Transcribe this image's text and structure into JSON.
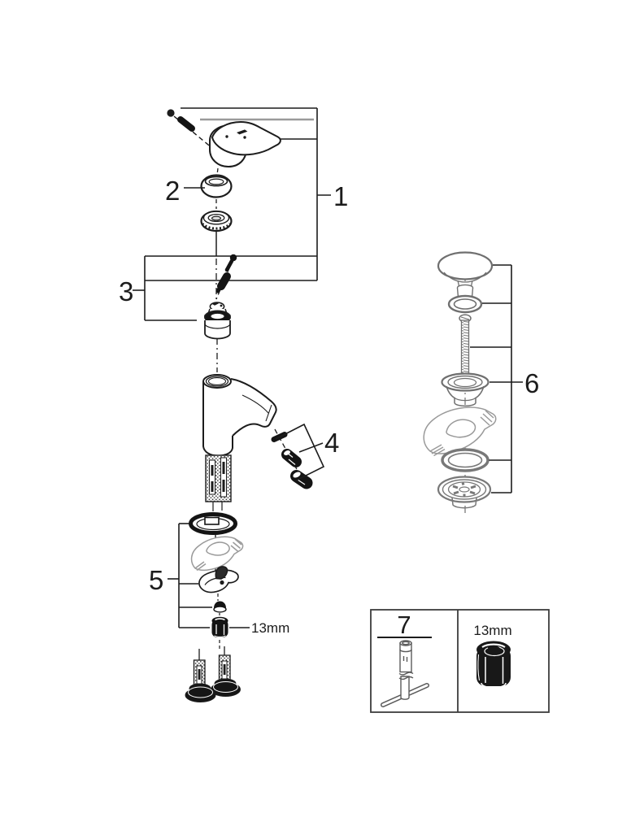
{
  "diagram": {
    "kind": "exploded-parts-diagram",
    "colors": {
      "ink": "#1c1c1c",
      "soft_gray": "#9a9a9a",
      "mid_gray": "#6f6f6f"
    },
    "callouts": {
      "part1": "1",
      "part2": "2",
      "part3": "3",
      "part4": "4",
      "part5": "5",
      "part6": "6",
      "tool7": "7",
      "wrench_size": "13mm",
      "toolbox_nut_size": "13mm"
    }
  }
}
